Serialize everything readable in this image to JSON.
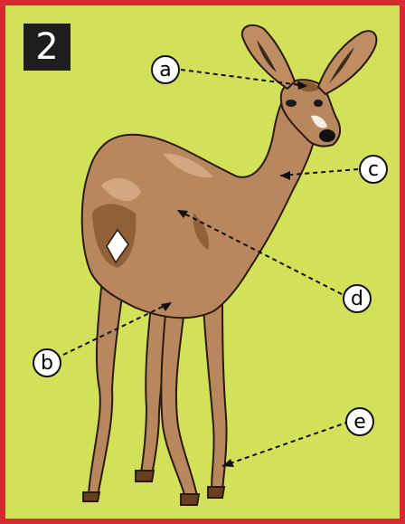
{
  "figure": {
    "number": "2",
    "labels": [
      {
        "id": "a",
        "text": "a"
      },
      {
        "id": "b",
        "text": "b"
      },
      {
        "id": "c",
        "text": "c"
      },
      {
        "id": "d",
        "text": "d"
      },
      {
        "id": "e",
        "text": "e"
      }
    ]
  },
  "colors": {
    "border": "#d62a32",
    "background": "#d3e15a",
    "deer_body": "#b9875e",
    "deer_dark": "#8a5a32",
    "badge": "#1e1e1e"
  }
}
